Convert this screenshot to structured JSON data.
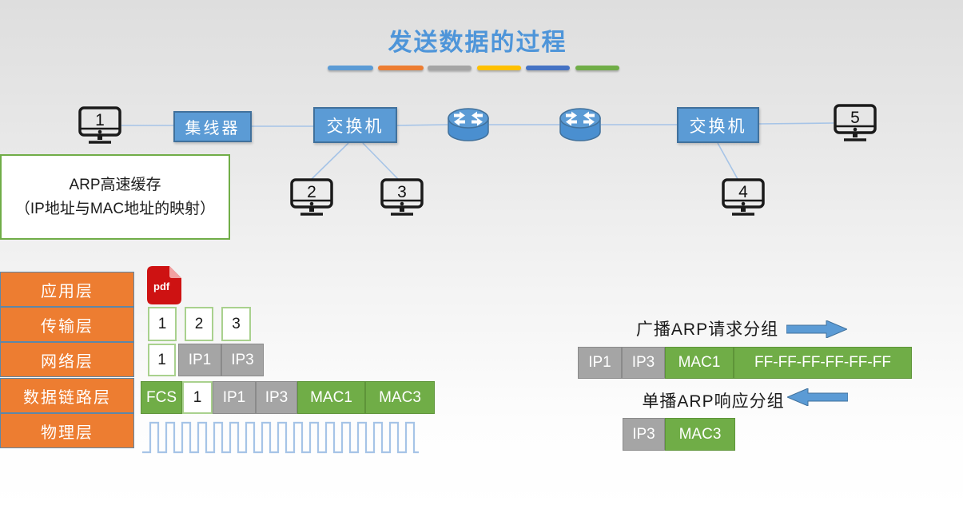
{
  "title": "发送数据的过程",
  "divider_colors": [
    "#5B9BD5",
    "#ED7D31",
    "#A5A5A5",
    "#FFC000",
    "#4472C4",
    "#70AD47"
  ],
  "topology": {
    "computers": [
      "1",
      "2",
      "3",
      "4",
      "5"
    ],
    "hub_label": "集线器",
    "switch1_label": "交换机",
    "switch2_label": "交换机"
  },
  "arp_cache": {
    "line1": "ARP高速缓存",
    "line2": "（IP地址与MAC地址的映射）"
  },
  "layers": [
    "应用层",
    "传输层",
    "网络层",
    "数据链路层",
    "物理层"
  ],
  "encapsulation": {
    "file_label": "pdf",
    "transport_segments": [
      "1",
      "2",
      "3"
    ],
    "network_fields": [
      "1",
      "IP1",
      "IP3"
    ],
    "datalink_fields": [
      "FCS",
      "1",
      "IP1",
      "IP3",
      "MAC1",
      "MAC3"
    ]
  },
  "arp_exchange": {
    "request_label": "广播ARP请求分组",
    "request_fields": [
      "IP1",
      "IP3",
      "MAC1",
      "FF-FF-FF-FF-FF-FF"
    ],
    "response_label": "单播ARP响应分组",
    "response_fields": [
      "IP3",
      "MAC3"
    ]
  },
  "colors": {
    "title_blue": "#4E95D9",
    "accent_blue": "#5B9BD5",
    "accent_blue_border": "#41719C",
    "layer_orange": "#ED7D31",
    "field_gray": "#A5A5A5",
    "field_green": "#70AD47",
    "light_green_border": "#A9D18E",
    "pdf_red": "#CE1212",
    "connector_blue": "#A6C4E7"
  }
}
